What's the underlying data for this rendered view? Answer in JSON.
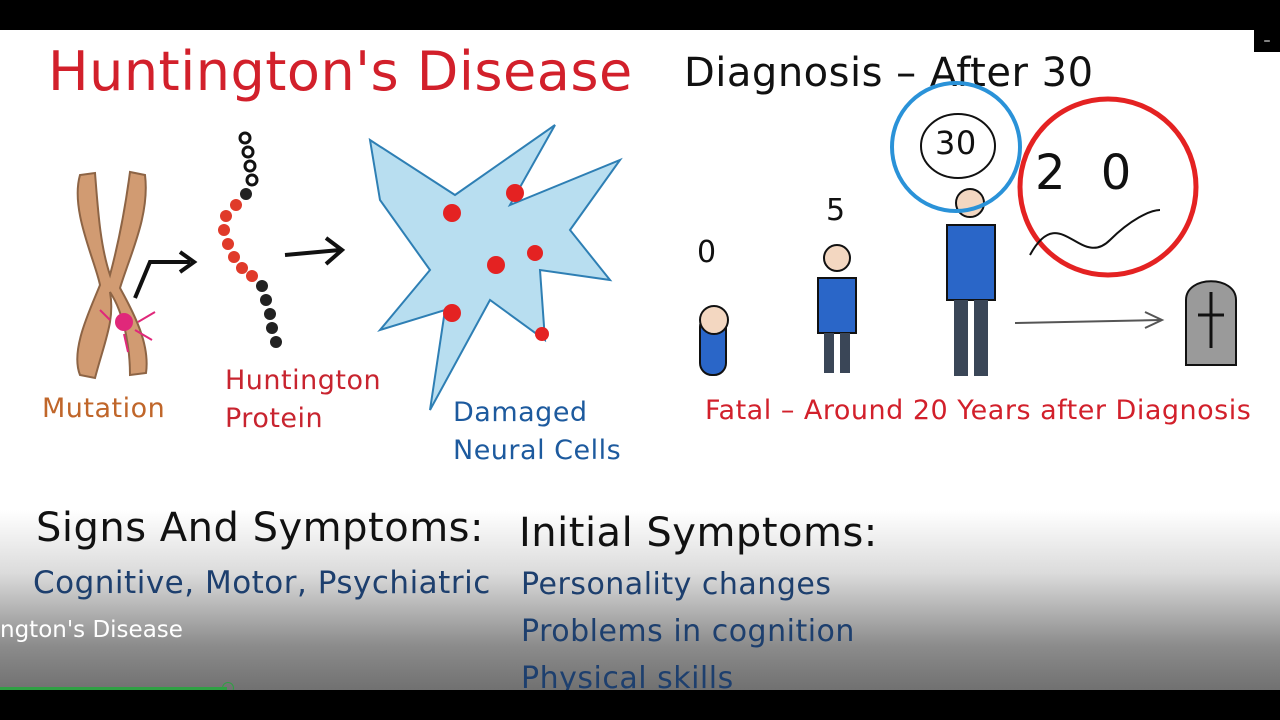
{
  "slide": {
    "title": "Huntington's Disease",
    "diagnosis_heading": "Diagnosis – After 30",
    "labels": {
      "mutation": "Mutation",
      "protein_line1": "Huntington",
      "protein_line2": "Protein",
      "cells_line1": "Damaged",
      "cells_line2": "Neural Cells",
      "fatal": "Fatal – Around 20 Years after Diagnosis"
    },
    "ages": {
      "baby": "0",
      "child": "5",
      "adult": "30",
      "later": "2 0"
    },
    "signs_heading": "Signs And Symptoms:",
    "signs_value": "Cognitive, Motor, Psychiatric",
    "initial_heading": "Initial Symptoms:",
    "initial_items": [
      "Personality changes",
      "Problems in cognition",
      "Physical skills"
    ]
  },
  "player": {
    "video_title": "ngton's Disease",
    "top_button": "–",
    "progress": 0.177
  },
  "colors": {
    "red": "#d2202b",
    "blue": "#1d5a9e",
    "orange": "#c0662a",
    "figure_blue": "#2a66c8"
  }
}
